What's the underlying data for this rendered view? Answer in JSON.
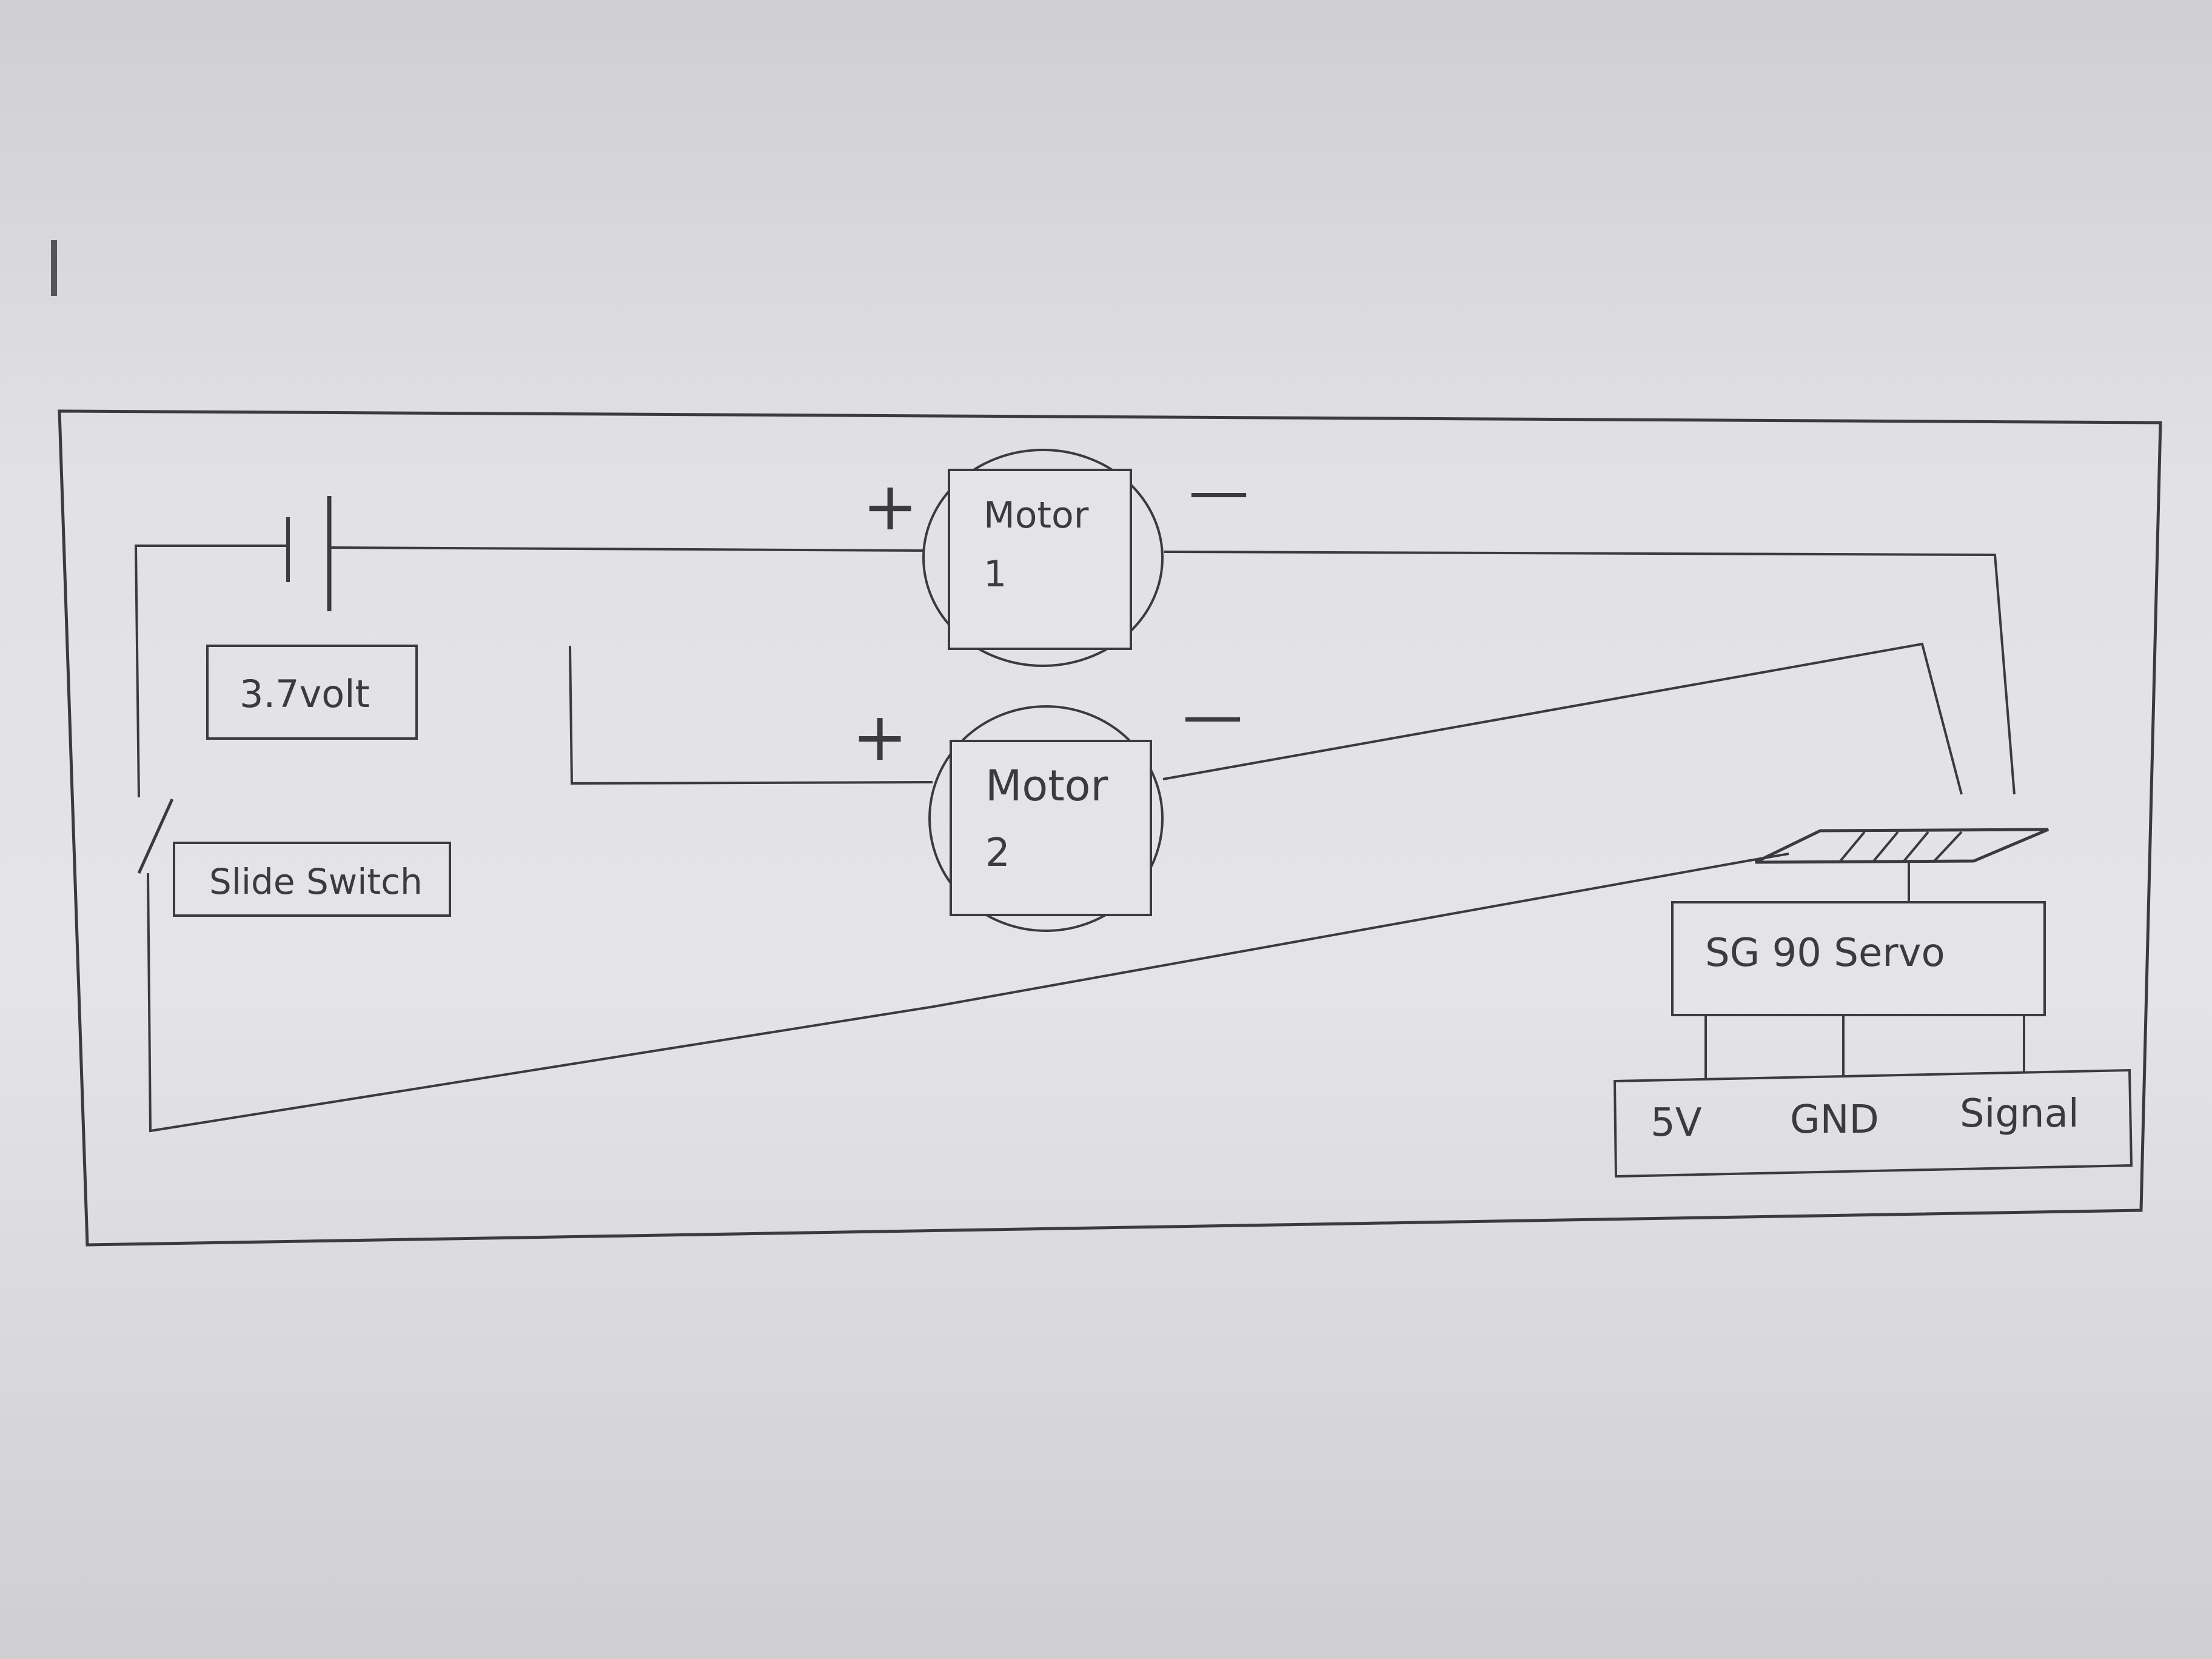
{
  "diagram": {
    "battery_label": "3.7volt",
    "switch_label": "Slide Switch",
    "motor1": {
      "label_line1": "Motor",
      "label_line2": "1",
      "plus": "+",
      "minus": "—"
    },
    "motor2": {
      "label_line1": "Motor",
      "label_line2": "2",
      "plus": "+",
      "minus": "—"
    },
    "servo_label": "SG 90 Servo",
    "pins": [
      "5V",
      "GND",
      "Signal"
    ]
  },
  "colors": {
    "line": "#3a3a40",
    "background": "#e2e2e6"
  }
}
